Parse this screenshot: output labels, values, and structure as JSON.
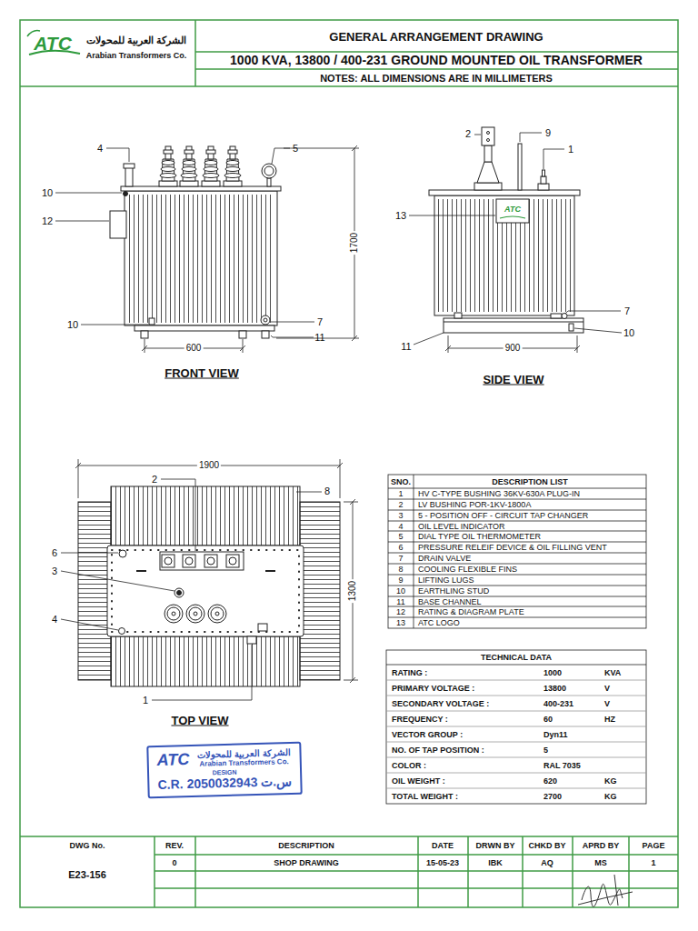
{
  "diagram": {
    "title": "GENERAL ARRANGEMENT DRAWING",
    "nodes": [
      {
        "text": [
          "ATC",
          "الشركة العربية للمحولات",
          "Arabian Transformers Co.",
          "DESIGN",
          "C.R. 2050032943 س.ت"
        ]
      }
    ],
    "labels": [
      "ATC",
      "الشركة العربية للمحولات",
      "Arabian Transformers Co.",
      "1000 KVA, 13800 / 400-231 GROUND MOUNTED OIL TRANSFORMER",
      "NOTES: ALL DIMENSIONS ARE IN MILLIMETERS",
      "4",
      "5",
      "10",
      "12",
      "10",
      "7",
      "11",
      "600",
      "1700",
      "FRONT VIEW",
      "2",
      "9",
      "1",
      "13",
      "ATC",
      "7",
      "10",
      "11",
      "900",
      "SIDE VIEW",
      "1900",
      "2",
      "8",
      "6",
      "3",
      "4",
      "1",
      "1300",
      "TOP VIEW",
      "SNO.",
      "DESCRIPTION LIST",
      "1",
      "HV C-TYPE BUSHING 36KV-630A PLUG-IN",
      "2",
      "LV BUSHING POR-1KV-1800A",
      "3",
      "5 - POSITION OFF - CIRCUIT TAP CHANGER",
      "4",
      "OIL LEVEL INDICATOR",
      "5",
      "DIAL TYPE OIL THERMOMETER",
      "6",
      "PRESSURE RELEIF DEVICE & OIL FILLING VENT",
      "7",
      "DRAIN VALVE",
      "8",
      "COOLING FLEXIBLE FINS",
      "9",
      "LIFTING LUGS",
      "10",
      "EARTHLING STUD",
      "11",
      "BASE CHANNEL",
      "12",
      "RATING & DIAGRAM PLATE",
      "13",
      "ATC LOGO",
      "TECHNICAL DATA",
      "RATING :",
      "1000",
      "KVA",
      "PRIMARY VOLTAGE :",
      "13800",
      "V",
      "SECONDARY VOLTAGE :",
      "400-231",
      "V",
      "FREQUENCY :",
      "60",
      "HZ",
      "VECTOR GROUP :",
      "Dyn11",
      "NO. OF TAP POSITION :",
      "5",
      "COLOR :",
      "RAL 7035",
      "OIL WEIGHT :",
      "620",
      "KG",
      "TOTAL WEIGHT :",
      "2700",
      "KG",
      "DWG No.",
      "REV.",
      "DESCRIPTION",
      "DATE",
      "DRWN BY",
      "CHKD BY",
      "APRD BY",
      "PAGE",
      "E23-156",
      "0",
      "SHOP DRAWING",
      "15-05-23",
      "IBK",
      "AQ",
      "MS",
      "1"
    ]
  }
}
